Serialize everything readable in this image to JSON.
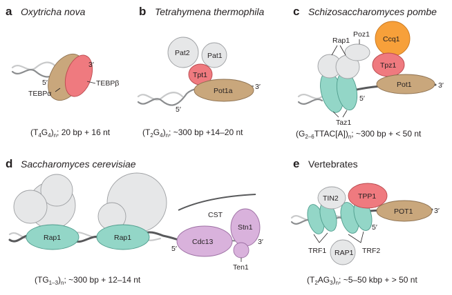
{
  "panels": {
    "a": {
      "letter": "a",
      "title": "Oxytricha nova",
      "labels": {
        "end3": "3′",
        "end5": "5′",
        "tebpb": "TEBPβ",
        "tebpa": "TEBPα"
      },
      "formula": {
        "p1": "(T",
        "s1": "4",
        "p2": "G",
        "s2": "4",
        "p3": ")",
        "s3": "n",
        "p4": "; 20 bp + 16 nt"
      }
    },
    "b": {
      "letter": "b",
      "title": "Tetrahymena thermophila",
      "labels": {
        "pat2": "Pat2",
        "pat1": "Pat1",
        "tpt1": "Tpt1",
        "pot1a": "Pot1a",
        "end3": "3′",
        "end5": "5′"
      },
      "formula": {
        "p1": "(T",
        "s1": "2",
        "p2": "G",
        "s2": "4",
        "p3": ")",
        "s3": "n",
        "p4": "; ~300 bp +14–20 nt"
      }
    },
    "c": {
      "letter": "c",
      "title": "Schizosaccharomyces pombe",
      "labels": {
        "rap1": "Rap1",
        "poz1": "Poz1",
        "ccq1": "Ccq1",
        "tpz1": "Tpz1",
        "pot1": "Pot1",
        "end3": "3′",
        "end5": "5′",
        "taz1": "Taz1"
      },
      "formula": {
        "p1": "(G",
        "s1": "2–6",
        "p2": "TTAC[A])",
        "s2": "n",
        "p4": "; ~300 bp + < 50 nt"
      }
    },
    "d": {
      "letter": "d",
      "title": "Saccharomyces cerevisiae",
      "labels": {
        "rap1a": "Rap1",
        "rap1b": "Rap1",
        "cst": "CST",
        "stn1": "Stn1",
        "cdc13": "Cdc13",
        "ten1": "Ten1",
        "end3": "3′",
        "end5": "5′"
      },
      "formula": {
        "p1": "(TG",
        "s1": "1–3",
        "p2": ")",
        "s2": "n",
        "p4": "; ~300 bp + 12–14 nt"
      }
    },
    "e": {
      "letter": "e",
      "title": "Vertebrates",
      "labels": {
        "tin2": "TIN2",
        "tpp1": "TPP1",
        "pot1": "POT1",
        "end3": "3′",
        "end5": "5′",
        "trf1": "TRF1",
        "rap1": "RAP1",
        "trf2": "TRF2"
      },
      "formula": {
        "p1": "(T",
        "s1": "2",
        "p2": "AG",
        "s2": "3",
        "p3": ")",
        "s3": "n",
        "p4": "; ~5–50 kbp + > 50 nt"
      }
    }
  },
  "colors": {
    "grey_protein": "#e6e7e8",
    "tan_protein": "#c9a77c",
    "red_protein": "#ef7a7f",
    "teal_protein": "#93d6c7",
    "orange_protein": "#f7a03a",
    "purple_protein": "#d9b2dc"
  }
}
